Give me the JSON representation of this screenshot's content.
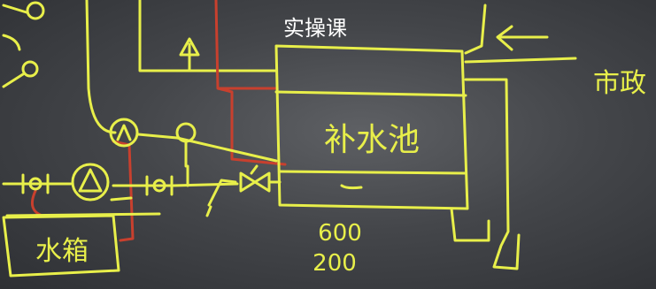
{
  "title": "实操课",
  "labels": {
    "pool": "补水池",
    "municipal": "市政",
    "tank": "水箱",
    "val_top": "600",
    "val_bottom": "200"
  },
  "colors": {
    "board": "#44464a",
    "chalk_yellow": "#e8ef4a",
    "chalk_red": "#c8402e",
    "title": "#ffffff"
  },
  "icons": [
    "pump-icon",
    "gauge-icon",
    "valve-icon",
    "check-valve-icon",
    "arrow-icon"
  ]
}
